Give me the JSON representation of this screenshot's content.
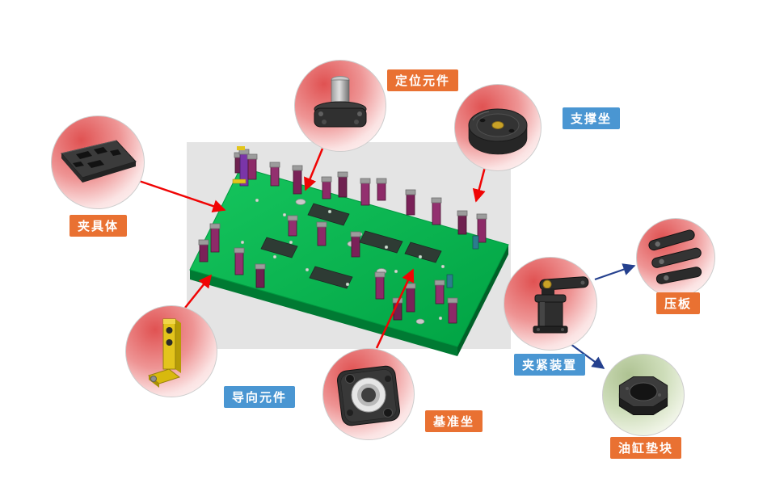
{
  "diagram": {
    "subject": "fixture-assembly-annotated-diagram"
  },
  "colors": {
    "label_orange": "#E97132",
    "label_blue": "#4A96D2",
    "arrow_red": "#F00404",
    "arrow_blue": "#24408E",
    "board_green": "#00B14F",
    "board_side_green": "#007A33",
    "backdrop_gray": "#E4E4E4",
    "clamp_magenta": "#8D2A68",
    "callout_pink": "#E05252",
    "callout_green_tint": "#AEC292"
  },
  "callouts": {
    "fixture_body": {
      "label": "夹具体"
    },
    "positioning_element": {
      "label": "定位元件"
    },
    "support_seat": {
      "label": "支撑坐"
    },
    "guide_element": {
      "label": "导向元件"
    },
    "datum_seat": {
      "label": "基准坐"
    },
    "clamping_device": {
      "label": "夹紧装置"
    },
    "pressure_plate": {
      "label": "压板"
    },
    "cylinder_pad": {
      "label": "油缸垫块"
    }
  }
}
